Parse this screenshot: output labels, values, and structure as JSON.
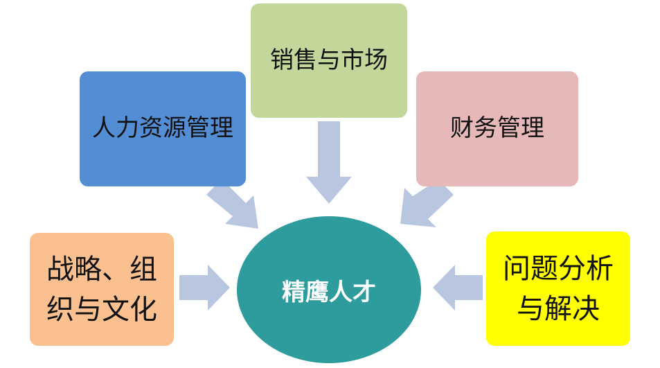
{
  "center": {
    "label": "精鹰人才"
  },
  "boxes": {
    "hr": "人力资源管理",
    "sales": "销售与市场",
    "finance": "财务管理",
    "strategy": "战略、组织与文化",
    "problem": "问题分析与解决"
  },
  "colors": {
    "hr": "#538ed5",
    "sales": "#c4d79b",
    "finance": "#e6b9b8",
    "strategy": "#fac090",
    "problem": "#ffff00",
    "center": "#2e9c9c",
    "arrow": "#b8c7df"
  }
}
